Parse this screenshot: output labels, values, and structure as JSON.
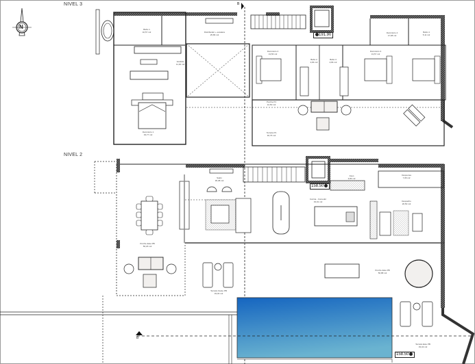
{
  "drawing": {
    "type": "architectural floor plan",
    "north_label": "N",
    "section_marker_top": "B",
    "section_marker_left": "B",
    "colors": {
      "wall": "#2a2a2a",
      "hatch": "#555555",
      "pool_top": "#1565c0",
      "pool_bottom": "#6ab0d0",
      "furniture_fill": "#f2f0ee",
      "line": "#222222"
    }
  },
  "levels": [
    {
      "title": "NIVEL 3",
      "elevation_tag": "191.90",
      "rooms": [
        {
          "name": "Baño 1",
          "area": "10,57 m2"
        },
        {
          "name": "Distribuidor + escalera",
          "area": "25,86 m2"
        },
        {
          "name": "Vestidor",
          "area": "11,30 m2"
        },
        {
          "name": "Dormitorio 1",
          "area": "33,77 m2"
        },
        {
          "name": "Dormitorio 2",
          "area": "13,56 m2"
        },
        {
          "name": "Baño 2",
          "area": "4,84 m2"
        },
        {
          "name": "Baño 3",
          "area": "4,84 m2"
        },
        {
          "name": "Dormitorio 3",
          "area": "13,57 m2"
        },
        {
          "name": "Dormitorio 4",
          "area": "17,68 m2"
        },
        {
          "name": "Baño 4",
          "area": "5,11 m2"
        },
        {
          "name": "Porche P1",
          "area": "12,50 m2"
        },
        {
          "name": "Terraza P1",
          "area": "40,76 m2"
        }
      ]
    },
    {
      "title": "NIVEL 2",
      "elevation_tag": "158.50",
      "rooms": [
        {
          "name": "Salón",
          "area": "36,38 m2"
        },
        {
          "name": "Aseo",
          "area": "3,84 m2"
        },
        {
          "name": "Cocina - Comedor",
          "area": "33,91 m2"
        },
        {
          "name": "Despensa",
          "area": "7,06 m2"
        },
        {
          "name": "Despacho",
          "area": "20,50 m2"
        },
        {
          "name": "Porche Este PB",
          "area": "56,18 m2"
        },
        {
          "name": "Terraza Oeste PB",
          "area": "33,30 m2"
        },
        {
          "name": "Porche Este PB",
          "area": "56,88 m2"
        },
        {
          "name": "Terraza Este PB",
          "area": "33,43 m2"
        }
      ],
      "pool_elevation_tag": "158.50"
    }
  ]
}
